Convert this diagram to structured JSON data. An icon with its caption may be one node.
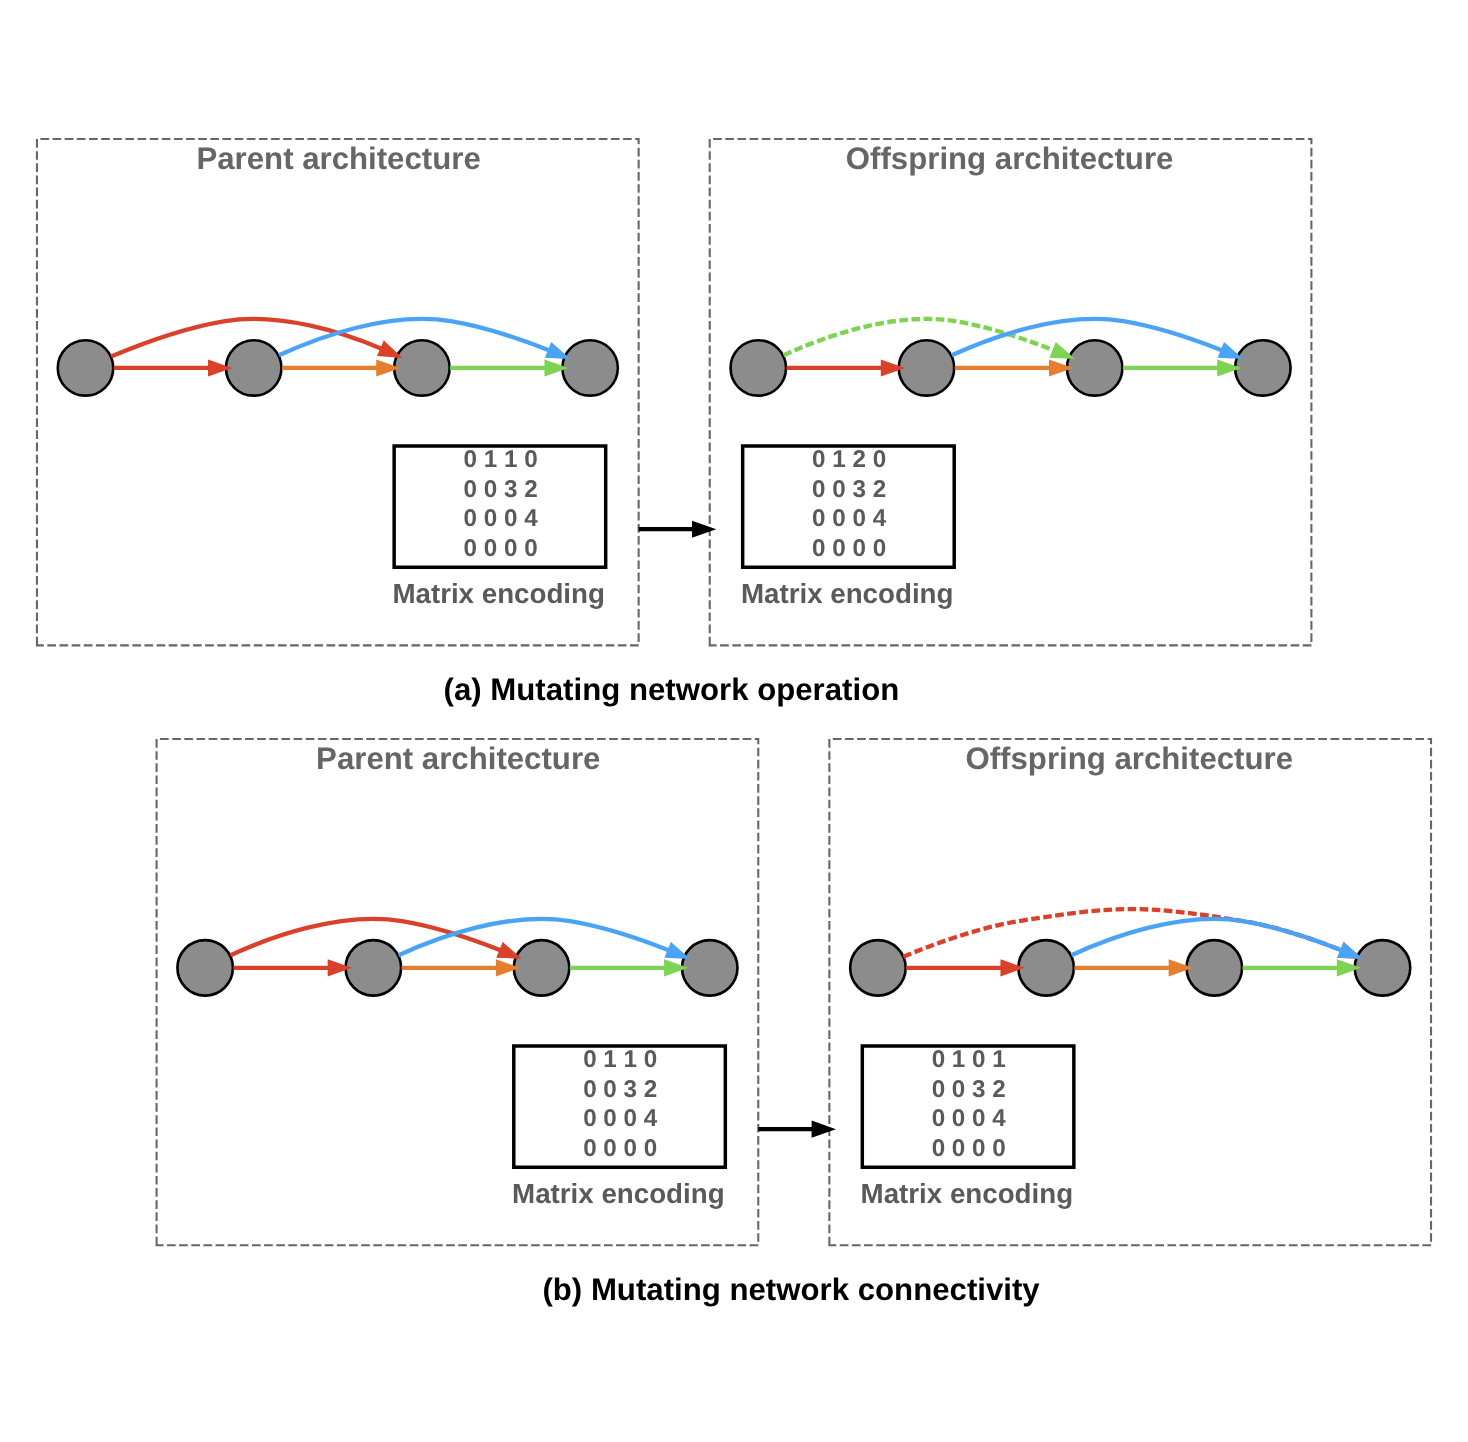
{
  "diagram": {
    "nodes": [
      {
        "text": [
          "Parent architecture"
        ]
      },
      {
        "text": [],
        "shape": "circle",
        "in": 0
      },
      {
        "text": [],
        "shape": "circle",
        "in": 0
      },
      {
        "text": [],
        "shape": "circle",
        "in": 0
      },
      {
        "text": [],
        "shape": "circle",
        "in": 0
      },
      {
        "text": [
          "0 1 1 0",
          "0 0 3 2",
          "0 0 0 4",
          "0 0 0 0"
        ],
        "beside": [
          "Matrix encoding"
        ],
        "in": 0
      },
      {
        "text": [
          "Offspring architecture"
        ]
      },
      {
        "text": [],
        "shape": "circle",
        "in": 6
      },
      {
        "text": [],
        "shape": "circle",
        "in": 6
      },
      {
        "text": [],
        "shape": "circle",
        "in": 6
      },
      {
        "text": [],
        "shape": "circle",
        "in": 6
      },
      {
        "text": [
          "0 1 2 0",
          "0 0 3 2",
          "0 0 0 4",
          "0 0 0 0"
        ],
        "beside": [
          "Matrix encoding"
        ],
        "in": 6
      },
      {
        "text": [
          "Parent architecture"
        ]
      },
      {
        "text": [],
        "shape": "circle",
        "in": 12
      },
      {
        "text": [],
        "shape": "circle",
        "in": 12
      },
      {
        "text": [],
        "shape": "circle",
        "in": 12
      },
      {
        "text": [],
        "shape": "circle",
        "in": 12
      },
      {
        "text": [
          "0 1 1 0",
          "0 0 3 2",
          "0 0 0 4",
          "0 0 0 0"
        ],
        "beside": [
          "Matrix encoding"
        ],
        "in": 12
      },
      {
        "text": [
          "Offspring architecture"
        ]
      },
      {
        "text": [],
        "shape": "circle",
        "in": 18
      },
      {
        "text": [],
        "shape": "circle",
        "in": 18
      },
      {
        "text": [],
        "shape": "circle",
        "in": 18
      },
      {
        "text": [],
        "shape": "circle",
        "in": 18
      },
      {
        "text": [
          "0 1 0 1",
          "0 0 3 2",
          "0 0 0 4",
          "0 0 0 0"
        ],
        "beside": [
          "Matrix encoding"
        ],
        "in": 18
      }
    ],
    "edges": [
      {
        "from": 1,
        "to": 2,
        "arrow": "to",
        "color": "#d9412b"
      },
      {
        "from": 2,
        "to": 3,
        "arrow": "to",
        "color": "#e67e30"
      },
      {
        "from": 3,
        "to": 4,
        "arrow": "to",
        "color": "#7ed354"
      },
      {
        "from": 1,
        "to": 3,
        "arrow": "to",
        "color": "#d9412b"
      },
      {
        "from": 2,
        "to": 4,
        "arrow": "to",
        "color": "#4ba3f5"
      },
      {
        "from": 7,
        "to": 8,
        "arrow": "to",
        "color": "#d9412b"
      },
      {
        "from": 8,
        "to": 9,
        "arrow": "to",
        "color": "#e67e30"
      },
      {
        "from": 9,
        "to": 10,
        "arrow": "to",
        "color": "#7ed354"
      },
      {
        "from": 7,
        "to": 9,
        "arrow": "to",
        "style": "dashed",
        "color": "#7ed354"
      },
      {
        "from": 8,
        "to": 10,
        "arrow": "to",
        "color": "#4ba3f5"
      },
      {
        "from": 0,
        "to": 6,
        "arrow": "to",
        "color": "#000000"
      },
      {
        "from": 13,
        "to": 14,
        "arrow": "to",
        "color": "#d9412b"
      },
      {
        "from": 14,
        "to": 15,
        "arrow": "to",
        "color": "#e67e30"
      },
      {
        "from": 15,
        "to": 16,
        "arrow": "to",
        "color": "#7ed354"
      },
      {
        "from": 13,
        "to": 15,
        "arrow": "to",
        "color": "#d9412b"
      },
      {
        "from": 14,
        "to": 16,
        "arrow": "to",
        "color": "#4ba3f5"
      },
      {
        "from": 19,
        "to": 20,
        "arrow": "to",
        "color": "#d9412b"
      },
      {
        "from": 20,
        "to": 21,
        "arrow": "to",
        "color": "#e67e30"
      },
      {
        "from": 21,
        "to": 22,
        "arrow": "to",
        "color": "#7ed354"
      },
      {
        "from": 19,
        "to": 22,
        "arrow": "to",
        "style": "dashed",
        "color": "#d9412b"
      },
      {
        "from": 20,
        "to": 22,
        "arrow": "to",
        "color": "#4ba3f5"
      },
      {
        "from": 12,
        "to": 18,
        "arrow": "to",
        "color": "#000000"
      }
    ],
    "labels": [
      "(a) Mutating network operation",
      "(b) Mutating network connectivity"
    ]
  }
}
